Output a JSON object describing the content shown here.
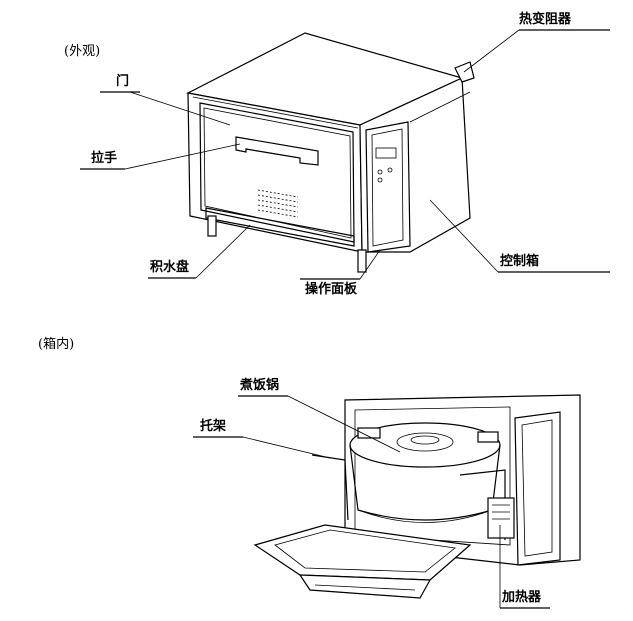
{
  "sections": {
    "exterior": "(外观)",
    "interior": "(箱内)"
  },
  "labels": {
    "heat_resistor": "热变阻器",
    "door": "门",
    "handle": "拉手",
    "drip_tray": "积水盘",
    "operation_panel": "操作面板",
    "control_box": "控制箱",
    "rice_cooker": "煮饭锅",
    "rack": "托架",
    "heater": "加热器"
  }
}
